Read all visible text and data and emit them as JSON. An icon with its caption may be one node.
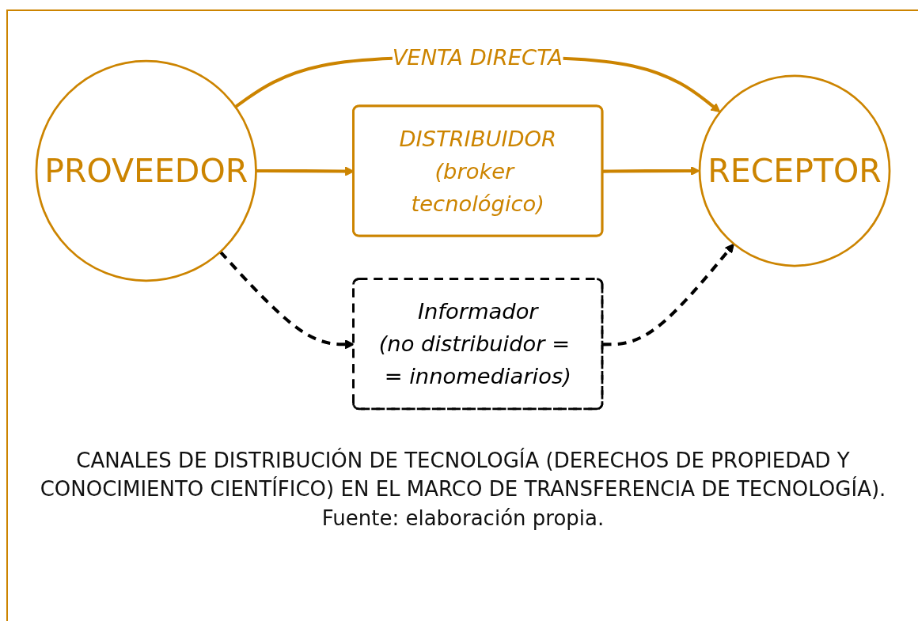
{
  "diagram": {
    "caption": "CANALES DE DISTRIBUCIÓN DE TECNOLOGÍA (DERECHOS DE PROPIEDAD Y CONOCIMIENTO CIENTÍFICO) EN EL MARCO DE TRANSFERENCIA DE TECNOLOGÍA). Fuente: elaboración propia.",
    "nodes": [
      {
        "text": [
          "PROVEEDOR"
        ]
      },
      {
        "text": [
          "RECEPTOR"
        ]
      },
      {
        "text": [
          "DISTRIBUIDOR",
          "(broker tecnológico)"
        ]
      },
      {
        "text": [
          "Informador",
          "(no distribuidor = = innomediarios)"
        ]
      }
    ],
    "edges": [
      {
        "from": 0,
        "to": 1,
        "arrow": "to",
        "label": "VENTA DIRECTA"
      },
      {
        "from": 0,
        "to": 2,
        "arrow": "to"
      },
      {
        "from": 2,
        "to": 1,
        "arrow": "to"
      },
      {
        "from": 0,
        "to": 3,
        "arrow": "to",
        "style": "dashed",
        "color": "#000000"
      },
      {
        "from": 3,
        "to": 1,
        "arrow": "to",
        "style": "dashed",
        "color": "#000000"
      }
    ]
  }
}
